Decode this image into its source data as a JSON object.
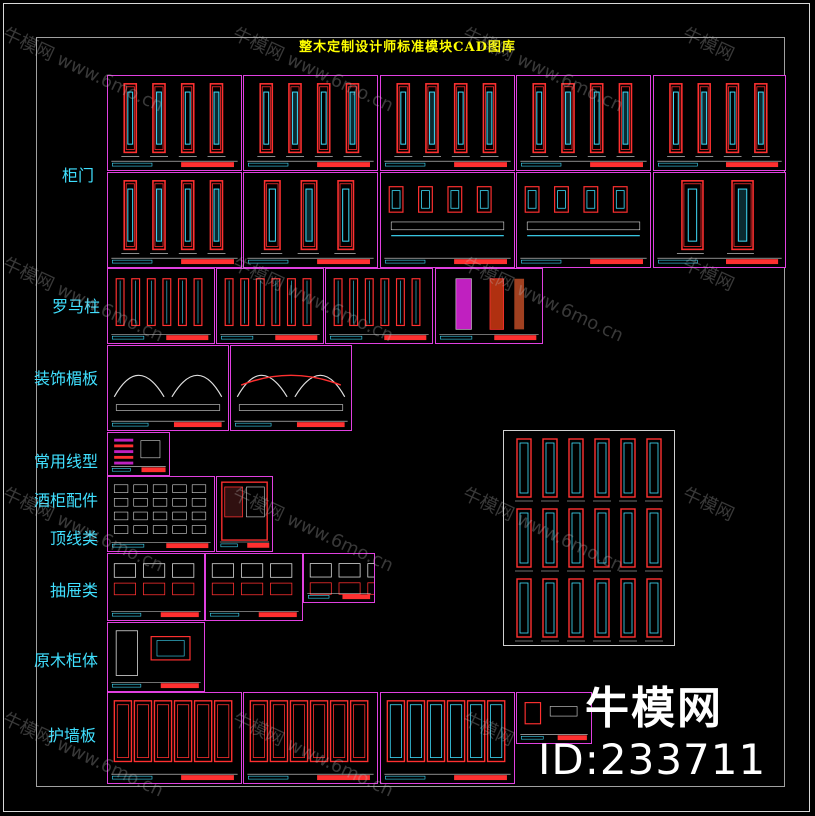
{
  "title": "整木定制设计师标准模块CAD图库",
  "categories": [
    {
      "id": "cabinet-door",
      "label": "柜门"
    },
    {
      "id": "roman-column",
      "label": "罗马柱"
    },
    {
      "id": "decorative-lintel",
      "label": "装饰楣板"
    },
    {
      "id": "common-profile",
      "label": "常用线型"
    },
    {
      "id": "wine-cabinet-parts",
      "label": "酒柜配件"
    },
    {
      "id": "crown-moulding",
      "label": "顶线类"
    },
    {
      "id": "drawer",
      "label": "抽屉类"
    },
    {
      "id": "solid-wood-cabinet",
      "label": "原木柜体"
    },
    {
      "id": "wall-panel",
      "label": "护墙板"
    }
  ],
  "watermark": {
    "brand": "牛模网",
    "site": "www.6mo.cn"
  },
  "logo": {
    "brand": "牛模网",
    "id": "ID:233711"
  },
  "colors": {
    "background": "#000000",
    "title": "#ffff00",
    "category": "#40e0ff",
    "sheet_border": "#e040e0",
    "drawing_red": "#ff3030",
    "drawing_cyan": "#40e0ff",
    "drawing_white": "#e0e0e0"
  }
}
